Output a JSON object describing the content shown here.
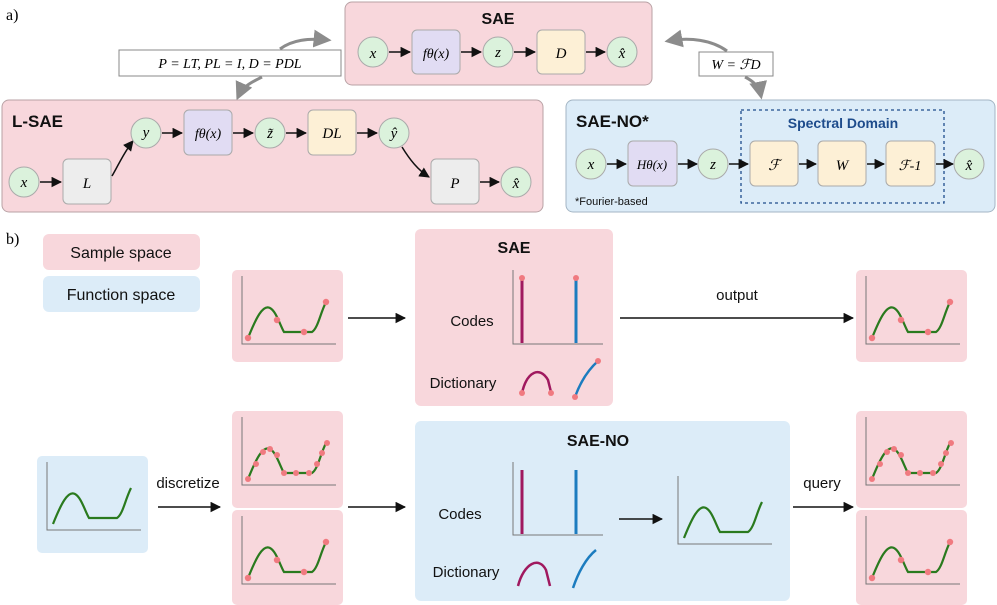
{
  "panel_labels": {
    "a": "a)",
    "b": "b)"
  },
  "panel_a": {
    "sae": {
      "title": "SAE",
      "nodes": [
        "x",
        "fθ(x)",
        "z",
        "D",
        "x̂"
      ]
    },
    "lsae": {
      "title": "L-SAE",
      "nodes": [
        "x",
        "L",
        "y",
        "fθ(x)",
        "z̃",
        "DL",
        "ŷ",
        "P",
        "x̂"
      ]
    },
    "saeno": {
      "title": "SAE-NO*",
      "spectral_label": "Spectral Domain",
      "footnote": "*Fourier-based",
      "nodes": [
        "x",
        "Hθ(x)",
        "z",
        "ℱ",
        "W",
        "ℱ-1",
        "x̂"
      ]
    },
    "relation_left": "P = LT, PL = I, D = PDL",
    "relation_right": "W = ℱD"
  },
  "panel_b": {
    "legend": {
      "sample_space": "Sample space",
      "function_space": "Function space"
    },
    "sae": {
      "title": "SAE",
      "codes_label": "Codes",
      "dictionary_label": "Dictionary",
      "arrow_label": "output"
    },
    "saeno": {
      "title": "SAE-NO",
      "codes_label": "Codes",
      "dictionary_label": "Dictionary"
    },
    "discretize_label": "discretize",
    "query_label": "query"
  },
  "colors": {
    "sample_space": "#f8d7dc",
    "function_space": "#dcecf8",
    "code_magenta": "#a0195f",
    "code_blue": "#1c7cbf",
    "curve_green": "#2a7a1e",
    "sample_point": "#f07a80",
    "encoder_box": "#e1dcf3",
    "decoder_box": "#fdf0d6",
    "node_circle": "#dbf2dc",
    "op_box": "#ededed",
    "spectral_title": "#1e4c8c"
  },
  "icons": [
    "curved-arrow-icon",
    "arrow-icon"
  ]
}
